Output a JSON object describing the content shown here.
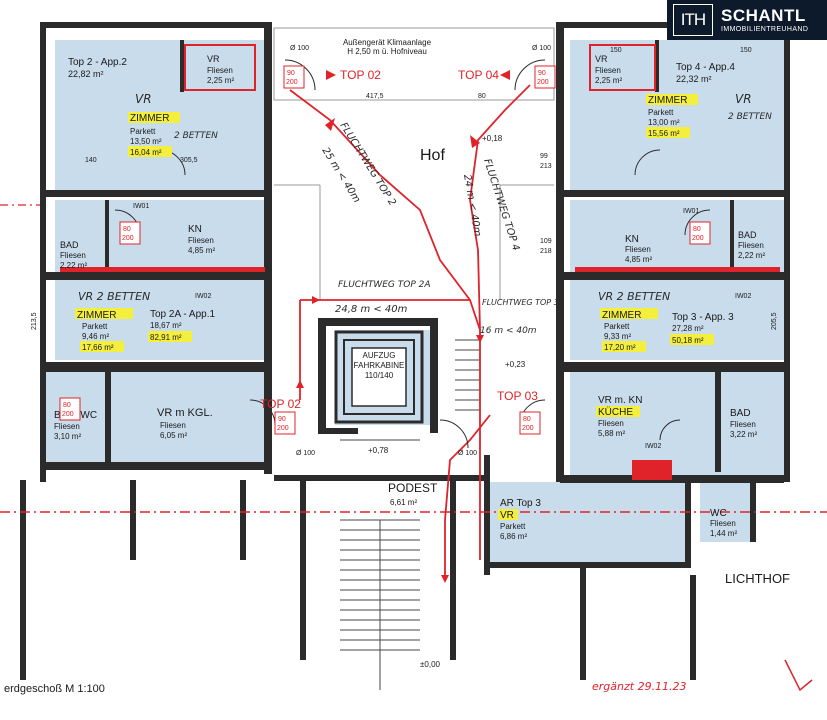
{
  "logo": {
    "mark": "ITH",
    "brand": "SCHANTL",
    "sub": "IMMOBILIENTREUHAND"
  },
  "top_labels": {
    "ac_line1": "Außengerät Klimaanlage",
    "ac_line2": "H 2,50 m ü. Hofniveau",
    "hof": "Hof",
    "lichthof": "LICHTHOF"
  },
  "units": {
    "top2": {
      "title": "Top 2 - App.2",
      "area": "22,82 m²"
    },
    "top4": {
      "title": "Top 4 - App.4",
      "area": "22,32 m²"
    },
    "top2a": {
      "title": "Top 2A - App.1",
      "area1": "18,67 m²",
      "area2": "82,91 m²"
    },
    "top3": {
      "title": "Top 3 - App. 3",
      "area1": "27,28 m²",
      "area2": "50,18 m²"
    }
  },
  "rooms": {
    "vr_tl": {
      "name": "VR",
      "floor": "Fliesen",
      "area": "2,25 m²"
    },
    "vr_tr": {
      "name": "VR",
      "floor": "Fliesen",
      "area": "2,25 m²"
    },
    "zimmer_l": {
      "name": "ZIMMER",
      "floor": "Parkett",
      "area": "13,50 m²",
      "area2": "16,04 m²"
    },
    "zimmer_r": {
      "name": "ZIMMER",
      "floor": "Parkett",
      "area": "13,00 m²",
      "area2": "15,56 m²"
    },
    "bad_l": {
      "name": "BAD",
      "floor": "Fliesen",
      "area": "2,22 m²"
    },
    "kn_l": {
      "name": "KN",
      "floor": "Fliesen",
      "area": "4,85 m²"
    },
    "kn_r": {
      "name": "KN",
      "floor": "Fliesen",
      "area": "4,85 m²"
    },
    "bad_r": {
      "name": "BAD",
      "floor": "Fliesen",
      "area": "2,22 m²"
    },
    "zimmer2_l": {
      "name": "ZIMMER",
      "floor": "Parkett",
      "area": "9,46 m²",
      "area2": "17,66 m²"
    },
    "zimmer2_r": {
      "name": "ZIMMER",
      "floor": "Parkett",
      "area": "9,33 m²",
      "area2": "17,20 m²"
    },
    "badwc": {
      "name": "BAD+WC",
      "floor": "Fliesen",
      "area": "3,10 m²"
    },
    "vrkgl": {
      "name": "VR m KGL.",
      "floor": "Fliesen",
      "area": "6,05 m²"
    },
    "vrkn": {
      "name": "VR m. KN",
      "name2": "KÜCHE",
      "floor": "Fliesen",
      "area": "5,88 m²"
    },
    "bad_r2": {
      "name": "BAD",
      "floor": "Fliesen",
      "area": "3,22 m²"
    },
    "ar": {
      "name": "AR Top 3",
      "name2": "VR",
      "floor": "Parkett",
      "area": "6,86 m²"
    },
    "wc": {
      "name": "WC",
      "floor": "Fliesen",
      "area": "1,44 m²"
    },
    "podest": {
      "name": "PODEST",
      "area": "6,61 m²"
    },
    "aufzug": {
      "l1": "AUFZUG",
      "l2": "FAHRKABINE",
      "l3": "110/140"
    }
  },
  "doors": {
    "d90_200_a": {
      "w": "90",
      "h": "200"
    },
    "d90_200_b": {
      "w": "90",
      "h": "200"
    },
    "d80_200_a": {
      "w": "80",
      "h": "200"
    },
    "d80_200_b": {
      "w": "80",
      "h": "200"
    },
    "d90_200_c": {
      "w": "90",
      "h": "200"
    },
    "d80_200_c": {
      "w": "80",
      "h": "200"
    },
    "d80_200_d": {
      "w": "80",
      "h": "200"
    }
  },
  "markers": {
    "top02": "TOP 02",
    "top04": "TOP 04",
    "top02b": "TOP 02",
    "top03": "TOP 03"
  },
  "handwritten": {
    "flucht_top2": "FLUCHTWEG TOP 2",
    "flucht_top4": "FLUCHTWEG TOP 4",
    "dist_top2": "25 m < 40m",
    "dist_top4": "24 m < 40m",
    "flucht_top2a": "FLUCHTWEG TOP 2A",
    "dist_top2a": "24,8 m < 40m",
    "flucht_top3": "FLUCHTWEG TOP 3",
    "dist_top3": "16 m < 40m",
    "vr_l": "VR",
    "zwei_betten_l": "2 BETTEN",
    "vr_r": "VR",
    "zwei_betten_r": "2 BETTEN",
    "vr_l2": "VR 2 BETTEN",
    "vr_r2": "VR 2 BETTEN",
    "ergaenzt": "ergänzt 29.11.23"
  },
  "dimensions": {
    "d1": "Ø 100",
    "d2": "Ø 100",
    "d3": "Ø 100",
    "d4": "Ø 100",
    "w1": "417,5",
    "w2": "80",
    "w3": "150",
    "w4": "150",
    "w5": "140",
    "w6": "305,5",
    "w7": "99",
    "w8": "213",
    "w9": "109",
    "w10": "218",
    "w11": "+0,18",
    "w12": "+0,23",
    "w13": "+0,78",
    "w14": "±0,00",
    "iw1": "IW02",
    "iw2": "IW02",
    "iw3": "IW01",
    "iw4": "IW01",
    "iw5": "IW02",
    "r1": "213,5",
    "r2": "205,5"
  },
  "footer": {
    "caption": "erdgeschoß M 1:100"
  }
}
